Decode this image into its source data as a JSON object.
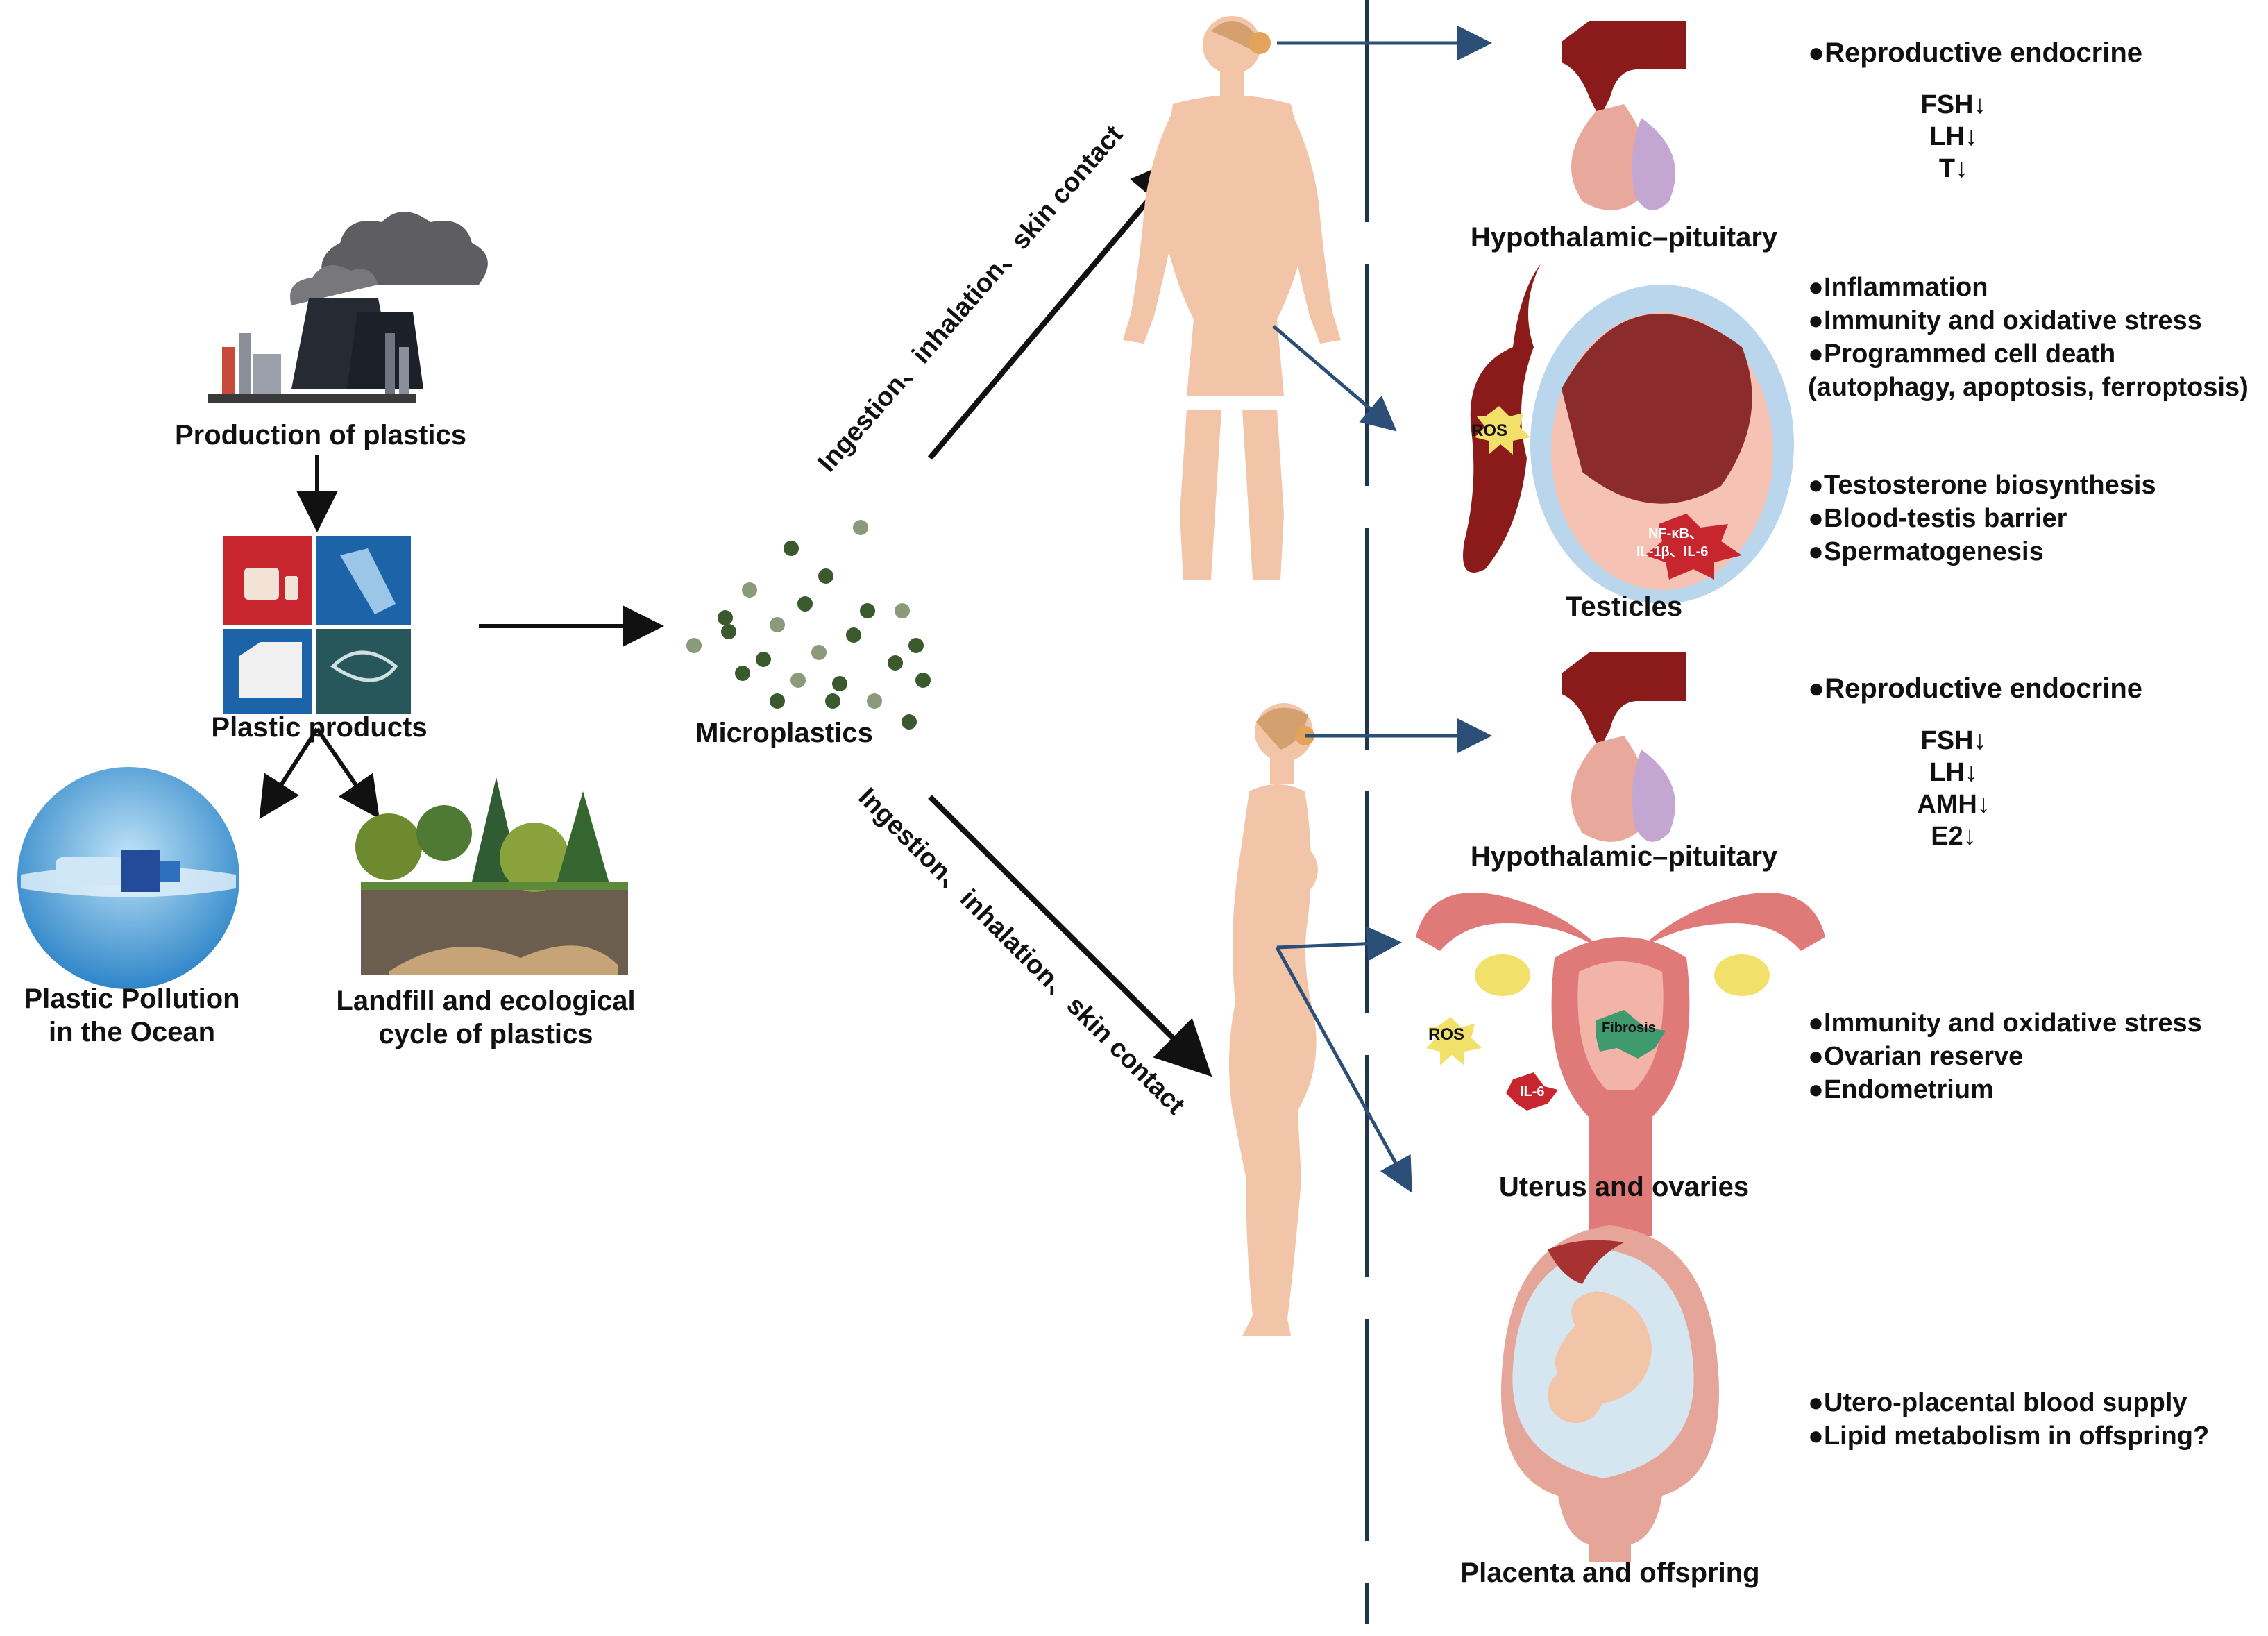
{
  "left": {
    "production_label": "Production of plastics",
    "products_label": "Plastic products",
    "ocean_label_line1": "Plastic Pollution",
    "ocean_label_line2": "in the Ocean",
    "landfill_label_line1": "Landfill and ecological",
    "landfill_label_line2": "cycle of plastics",
    "microplastics_label": "Microplastics"
  },
  "routes": {
    "male_route": "Ingestion、inhalation、skin contact",
    "female_route": "Ingestion、inhalation、skin contact"
  },
  "male": {
    "hp_label": "Hypothalamic–pituitary",
    "endocrine_title": "●Reproductive endocrine",
    "hormones": [
      "FSH↓",
      "LH↓",
      "T↓"
    ],
    "testicles_label": "Testicles",
    "testicle_effects_a": [
      "●Inflammation",
      "●Immunity and oxidative stress",
      "●Programmed cell death",
      "(autophagy, apoptosis, ferroptosis)"
    ],
    "testicle_effects_b": [
      "●Testosterone biosynthesis",
      "●Blood-testis barrier",
      "●Spermatogenesis"
    ],
    "ros_badge": "ROS",
    "cytokine_line1": "NF-κB、",
    "cytokine_line2": "IL-1β、IL-6"
  },
  "female": {
    "hp_label": "Hypothalamic–pituitary",
    "endocrine_title": "●Reproductive endocrine",
    "hormones": [
      "FSH↓",
      "LH↓",
      "AMH↓",
      "E2↓"
    ],
    "uterus_label": "Uterus and ovaries",
    "uterus_effects": [
      "●Immunity and oxidative stress",
      "●Ovarian reserve",
      "●Endometrium"
    ],
    "ros_badge": "ROS",
    "fibrosis_badge": "Fibrosis",
    "il6_badge": "IL-6",
    "placenta_label": "Placenta and offspring",
    "placenta_effects": [
      "●Utero-placental blood supply",
      "●Lipid metabolism in offspring?"
    ]
  },
  "colors": {
    "arrow_black": "#111111",
    "arrow_blue": "#2c4f78",
    "skin": "#f2c4a8",
    "organ_red": "#8b1a1a",
    "uterus_pink": "#e07a78",
    "pituitary_pink": "#e9a89c",
    "pituitary_purple": "#c4a6d2",
    "ocean_blue": "#5aa7dd",
    "microplastic_green": "#3a5a2e"
  }
}
